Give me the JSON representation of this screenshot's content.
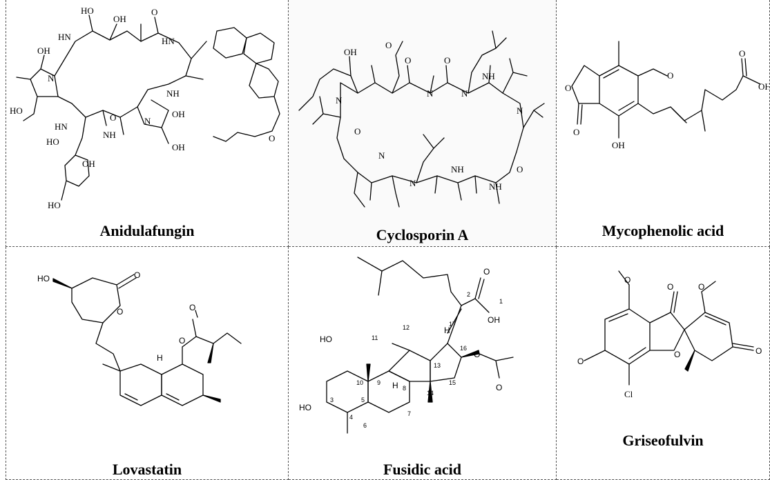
{
  "compounds": [
    {
      "name": "Anidulafungin"
    },
    {
      "name": "Cyclosporin A"
    },
    {
      "name": "Mycophenolic acid"
    },
    {
      "name": "Lovastatin"
    },
    {
      "name": "Fusidic acid"
    },
    {
      "name": "Griseofulvin"
    }
  ],
  "atoms": {
    "oh": "OH",
    "ho": "HO",
    "o": "O",
    "hn": "HN",
    "nh": "NH",
    "n": "N",
    "h": "H",
    "cl": "Cl"
  },
  "fusidic_numbers": [
    "1",
    "2",
    "3",
    "4",
    "5",
    "6",
    "7",
    "8",
    "9",
    "10",
    "11",
    "12",
    "13",
    "14",
    "15",
    "16",
    "17"
  ]
}
